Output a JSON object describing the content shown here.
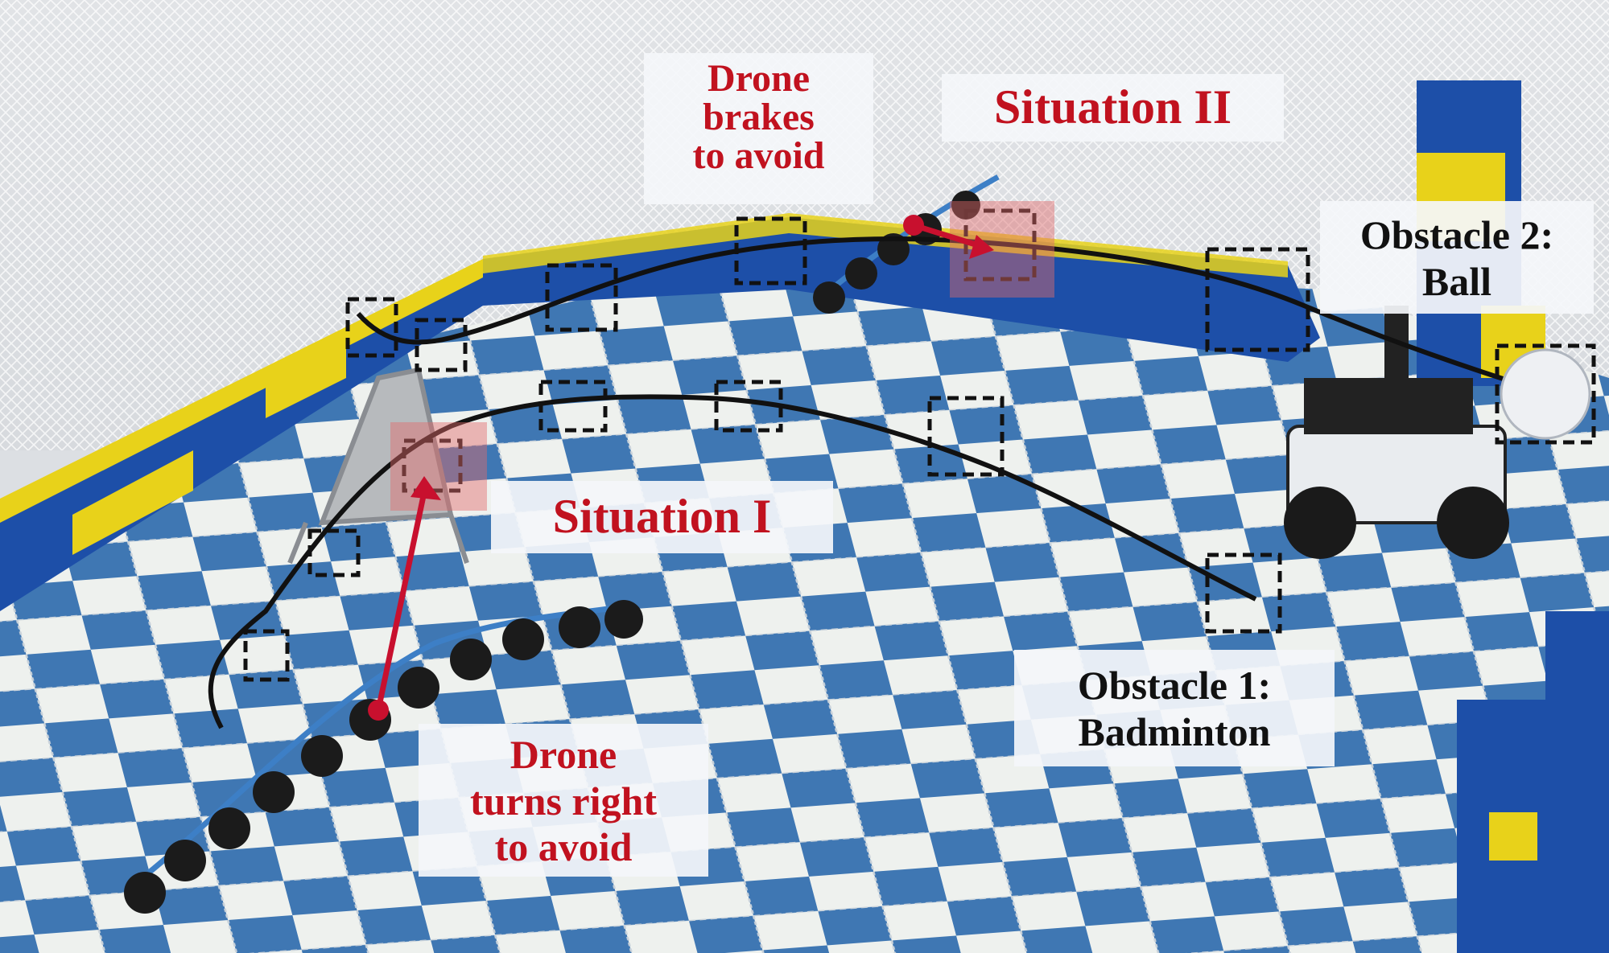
{
  "labels": {
    "drone_brakes": [
      "Drone",
      "brakes",
      "to avoid"
    ],
    "situation_2": "Situation II",
    "obstacle_2": [
      "Obstacle 2:",
      "Ball"
    ],
    "situation_1": "Situation I",
    "obstacle_1": [
      "Obstacle 1:",
      "Badminton"
    ],
    "drone_turns": [
      "Drone",
      "turns right",
      "to avoid"
    ]
  },
  "colors": {
    "label_red": "#c1121f",
    "trajectory": "#111111",
    "drone_path": "#3d7fc6",
    "avoid_arrow": "#c8102e",
    "floor_blue": "#3f77b3",
    "floor_white": "#eef1ee",
    "wall_yellow": "#e8d21a",
    "wall_blue": "#1d4fa8"
  }
}
